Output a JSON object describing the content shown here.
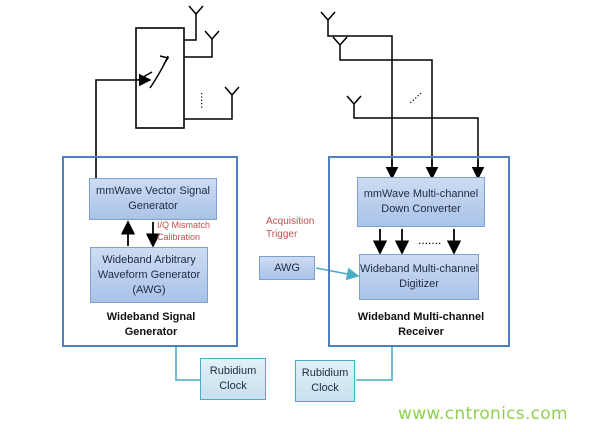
{
  "generator": {
    "title": "Wideband Signal Generator",
    "mmwave_label": "mmWave Vector Signal Generator",
    "awg_label": "Wideband Arbitrary Waveform Generator (AWG)",
    "iq_label": "I/Q Mismatch Calibration"
  },
  "receiver": {
    "title": "Wideband Multi-channel Receiver",
    "downconverter_label": "mmWave Multi-channel Down Converter",
    "digitizer_label": "Wideband Multi-channel Digitizer",
    "awg_label": "AWG",
    "trigger_label": "Acquisition Trigger"
  },
  "clocks": {
    "left_label": "Rubidium Clock",
    "right_label": "Rubidium Clock"
  },
  "watermark": "www.cntronics.com",
  "colors": {
    "frame": "#4f81bd",
    "block_fill": "#b8cff0",
    "clock_link": "#4bacc6",
    "annotation": "#c0504d",
    "watermark": "#8fd14f"
  }
}
